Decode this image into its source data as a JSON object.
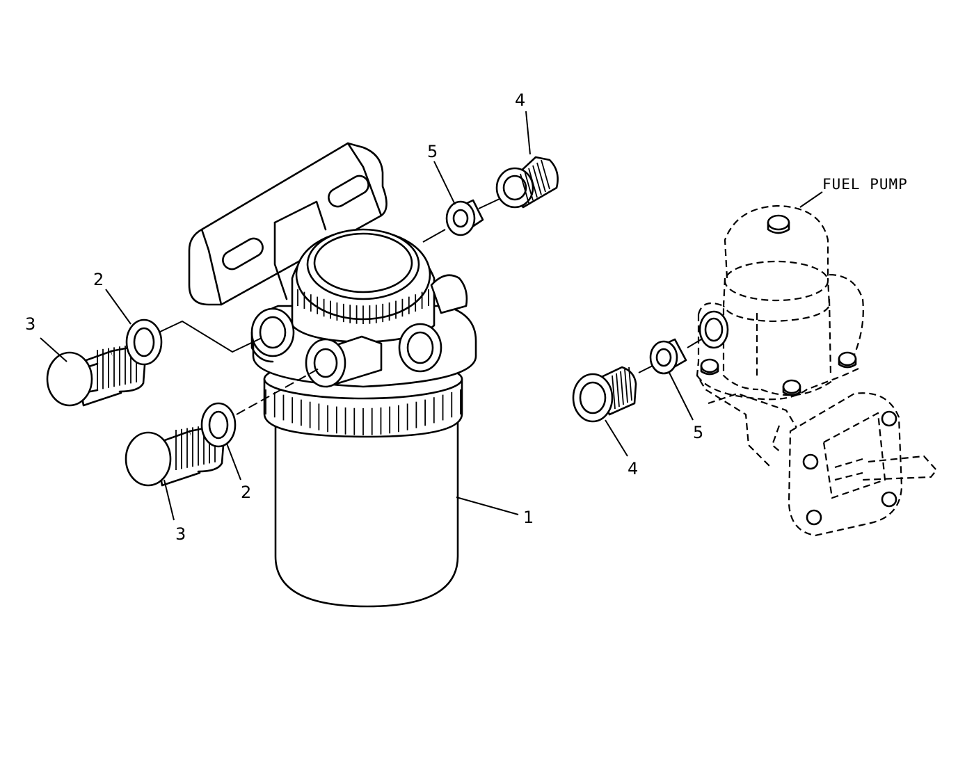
{
  "callouts": {
    "c1": "1",
    "c2_upper": "2",
    "c2_lower": "2",
    "c3_upper": "3",
    "c3_lower": "3",
    "c4_top": "4",
    "c4_pump": "4",
    "c5_top": "5",
    "c5_pump": "5"
  },
  "labels": {
    "fuel_pump": "FUEL PUMP"
  },
  "colors": {
    "ink": "#000000",
    "background": "#ffffff"
  }
}
